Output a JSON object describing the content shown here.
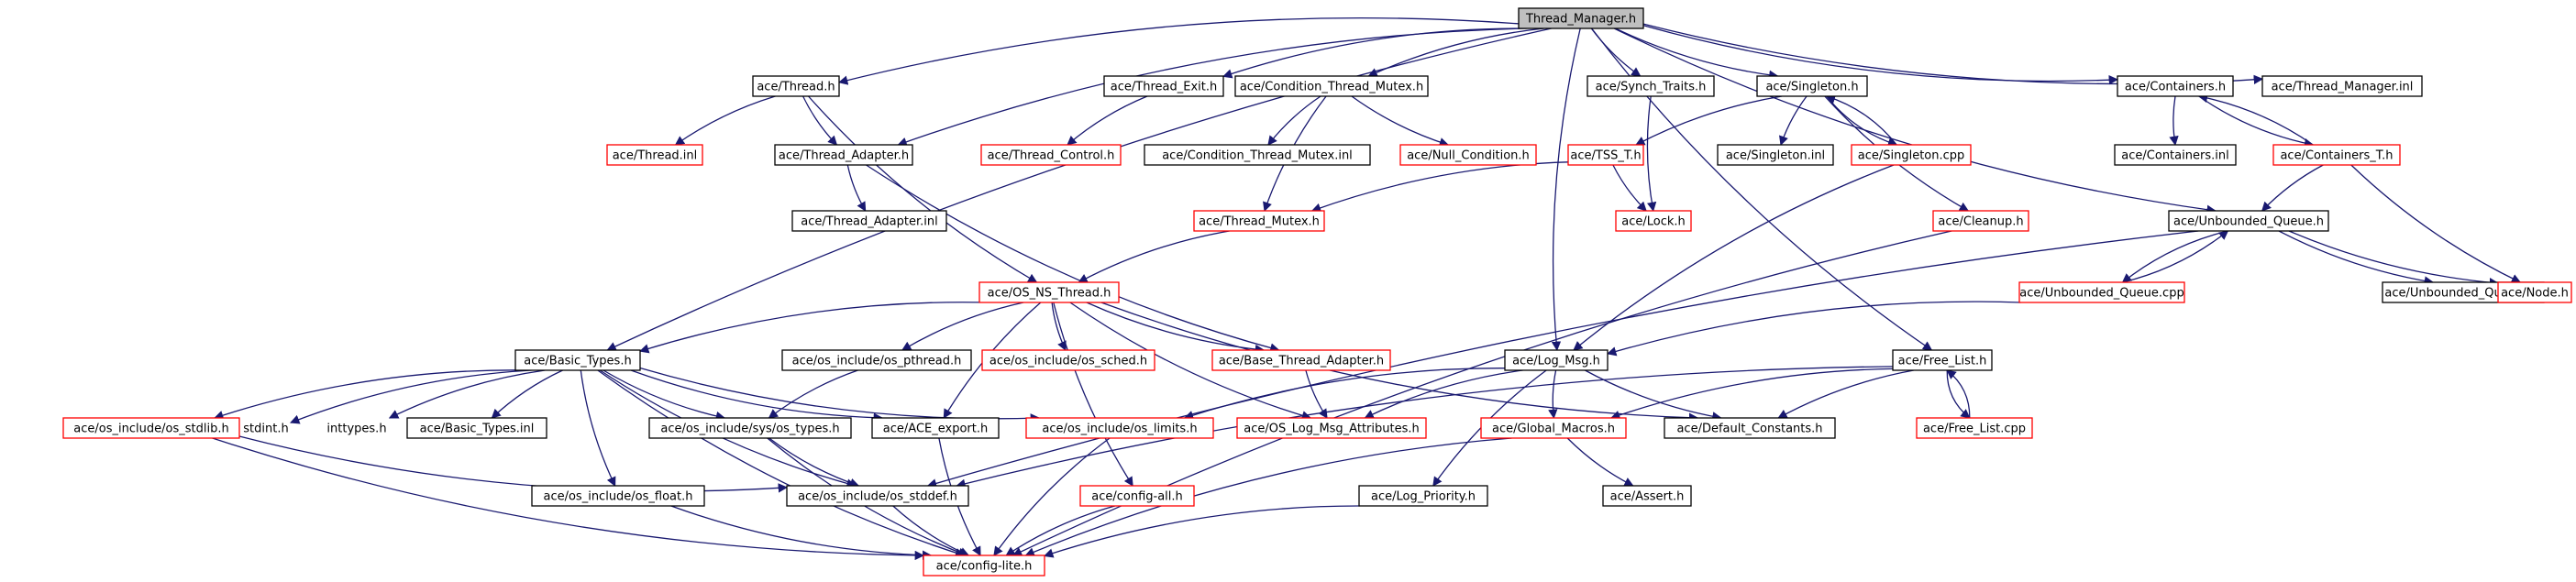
{
  "colors": {
    "edge": "#191970",
    "root_fill": "#bfbfbf",
    "node_border_full": "#000000",
    "node_border_partial": "#ff0000"
  },
  "nodes": [
    {
      "id": "tm",
      "label": "Thread_Manager.h",
      "kind": "root"
    },
    {
      "id": "thread",
      "label": "ace/Thread.h",
      "kind": "normal"
    },
    {
      "id": "texit",
      "label": "ace/Thread_Exit.h",
      "kind": "normal"
    },
    {
      "id": "ctm",
      "label": "ace/Condition_Thread_Mutex.h",
      "kind": "normal"
    },
    {
      "id": "synch",
      "label": "ace/Synch_Traits.h",
      "kind": "normal"
    },
    {
      "id": "singleton",
      "label": "ace/Singleton.h",
      "kind": "normal"
    },
    {
      "id": "containers",
      "label": "ace/Containers.h",
      "kind": "normal"
    },
    {
      "id": "tminl",
      "label": "ace/Thread_Manager.inl",
      "kind": "normal"
    },
    {
      "id": "threadinl",
      "label": "ace/Thread.inl",
      "kind": "partial"
    },
    {
      "id": "tadapter",
      "label": "ace/Thread_Adapter.h",
      "kind": "normal"
    },
    {
      "id": "tcontrol",
      "label": "ace/Thread_Control.h",
      "kind": "partial"
    },
    {
      "id": "ctminl",
      "label": "ace/Condition_Thread_Mutex.inl",
      "kind": "normal"
    },
    {
      "id": "nullcond",
      "label": "ace/Null_Condition.h",
      "kind": "partial"
    },
    {
      "id": "tsst",
      "label": "ace/TSS_T.h",
      "kind": "partial"
    },
    {
      "id": "singletoninl",
      "label": "ace/Singleton.inl",
      "kind": "normal"
    },
    {
      "id": "singletoncpp",
      "label": "ace/Singleton.cpp",
      "kind": "partial"
    },
    {
      "id": "containersinl",
      "label": "ace/Containers.inl",
      "kind": "normal"
    },
    {
      "id": "containerst",
      "label": "ace/Containers_T.h",
      "kind": "partial"
    },
    {
      "id": "tadapterinl",
      "label": "ace/Thread_Adapter.inl",
      "kind": "normal"
    },
    {
      "id": "tmutex",
      "label": "ace/Thread_Mutex.h",
      "kind": "partial"
    },
    {
      "id": "lock",
      "label": "ace/Lock.h",
      "kind": "partial"
    },
    {
      "id": "cleanup",
      "label": "ace/Cleanup.h",
      "kind": "partial"
    },
    {
      "id": "uq",
      "label": "ace/Unbounded_Queue.h",
      "kind": "normal"
    },
    {
      "id": "osns",
      "label": "ace/OS_NS_Thread.h",
      "kind": "partial"
    },
    {
      "id": "uqcpp",
      "label": "ace/Unbounded_Queue.cpp",
      "kind": "partial"
    },
    {
      "id": "uqinl",
      "label": "ace/Unbounded_Queue.inl",
      "kind": "normal"
    },
    {
      "id": "node",
      "label": "ace/Node.h",
      "kind": "partial"
    },
    {
      "id": "basic",
      "label": "ace/Basic_Types.h",
      "kind": "normal"
    },
    {
      "id": "pthread",
      "label": "ace/os_include/os_pthread.h",
      "kind": "normal"
    },
    {
      "id": "sched",
      "label": "ace/os_include/os_sched.h",
      "kind": "partial"
    },
    {
      "id": "bta",
      "label": "ace/Base_Thread_Adapter.h",
      "kind": "partial"
    },
    {
      "id": "logmsg",
      "label": "ace/Log_Msg.h",
      "kind": "normal"
    },
    {
      "id": "freelist",
      "label": "ace/Free_List.h",
      "kind": "normal"
    },
    {
      "id": "stdlib",
      "label": "ace/os_include/os_stdlib.h",
      "kind": "partial"
    },
    {
      "id": "stdint",
      "label": "stdint.h",
      "kind": "none"
    },
    {
      "id": "inttypes",
      "label": "inttypes.h",
      "kind": "none"
    },
    {
      "id": "basicinl",
      "label": "ace/Basic_Types.inl",
      "kind": "normal"
    },
    {
      "id": "systypes",
      "label": "ace/os_include/sys/os_types.h",
      "kind": "normal"
    },
    {
      "id": "aceexport",
      "label": "ace/ACE_export.h",
      "kind": "normal"
    },
    {
      "id": "limits",
      "label": "ace/os_include/os_limits.h",
      "kind": "partial"
    },
    {
      "id": "oslogattr",
      "label": "ace/OS_Log_Msg_Attributes.h",
      "kind": "partial"
    },
    {
      "id": "globalmacros",
      "label": "ace/Global_Macros.h",
      "kind": "partial"
    },
    {
      "id": "defconst",
      "label": "ace/Default_Constants.h",
      "kind": "normal"
    },
    {
      "id": "freelistcpp",
      "label": "ace/Free_List.cpp",
      "kind": "partial"
    },
    {
      "id": "float",
      "label": "ace/os_include/os_float.h",
      "kind": "normal"
    },
    {
      "id": "stddef",
      "label": "ace/os_include/os_stddef.h",
      "kind": "normal"
    },
    {
      "id": "configall",
      "label": "ace/config-all.h",
      "kind": "partial"
    },
    {
      "id": "logprio",
      "label": "ace/Log_Priority.h",
      "kind": "normal"
    },
    {
      "id": "assert",
      "label": "ace/Assert.h",
      "kind": "normal"
    },
    {
      "id": "configlite",
      "label": "ace/config-lite.h",
      "kind": "partial"
    }
  ],
  "edges": [
    [
      "tm",
      "thread"
    ],
    [
      "tm",
      "texit"
    ],
    [
      "tm",
      "ctm"
    ],
    [
      "tm",
      "synch"
    ],
    [
      "tm",
      "singleton"
    ],
    [
      "tm",
      "containers"
    ],
    [
      "tm",
      "tminl"
    ],
    [
      "tm",
      "basic"
    ],
    [
      "tm",
      "tadapter"
    ],
    [
      "tm",
      "logmsg"
    ],
    [
      "tm",
      "freelist"
    ],
    [
      "tm",
      "uq"
    ],
    [
      "thread",
      "threadinl"
    ],
    [
      "thread",
      "tadapter"
    ],
    [
      "thread",
      "osns"
    ],
    [
      "texit",
      "tcontrol"
    ],
    [
      "ctm",
      "ctminl"
    ],
    [
      "ctm",
      "nullcond"
    ],
    [
      "ctm",
      "tmutex"
    ],
    [
      "synch",
      "lock"
    ],
    [
      "singleton",
      "tsst"
    ],
    [
      "singleton",
      "singletoninl"
    ],
    [
      "singleton",
      "singletoncpp"
    ],
    [
      "singleton",
      "cleanup"
    ],
    [
      "singletoncpp",
      "singleton"
    ],
    [
      "singletoncpp",
      "logmsg"
    ],
    [
      "tsst",
      "lock"
    ],
    [
      "tsst",
      "tmutex"
    ],
    [
      "tadapter",
      "tadapterinl"
    ],
    [
      "tadapter",
      "bta"
    ],
    [
      "tmutex",
      "osns"
    ],
    [
      "cleanup",
      "configlite"
    ],
    [
      "containers",
      "containersinl"
    ],
    [
      "containers",
      "containerst"
    ],
    [
      "containerst",
      "containers"
    ],
    [
      "containerst",
      "uq"
    ],
    [
      "containerst",
      "node"
    ],
    [
      "uq",
      "uqcpp"
    ],
    [
      "uq",
      "uqinl"
    ],
    [
      "uq",
      "node"
    ],
    [
      "uq",
      "stddef"
    ],
    [
      "uqcpp",
      "uq"
    ],
    [
      "uqcpp",
      "logmsg"
    ],
    [
      "osns",
      "basic"
    ],
    [
      "osns",
      "pthread"
    ],
    [
      "osns",
      "sched"
    ],
    [
      "osns",
      "bta"
    ],
    [
      "osns",
      "aceexport"
    ],
    [
      "osns",
      "configall"
    ],
    [
      "osns",
      "oslogattr"
    ],
    [
      "osns",
      "defconst"
    ],
    [
      "basic",
      "stdlib"
    ],
    [
      "basic",
      "stdint"
    ],
    [
      "basic",
      "inttypes"
    ],
    [
      "basic",
      "basicinl"
    ],
    [
      "basic",
      "systypes"
    ],
    [
      "basic",
      "aceexport"
    ],
    [
      "basic",
      "limits"
    ],
    [
      "basic",
      "float"
    ],
    [
      "basic",
      "stddef"
    ],
    [
      "basic",
      "configlite"
    ],
    [
      "pthread",
      "systypes"
    ],
    [
      "bta",
      "oslogattr"
    ],
    [
      "logmsg",
      "limits"
    ],
    [
      "logmsg",
      "oslogattr"
    ],
    [
      "logmsg",
      "globalmacros"
    ],
    [
      "logmsg",
      "defconst"
    ],
    [
      "logmsg",
      "logprio"
    ],
    [
      "freelist",
      "defconst"
    ],
    [
      "freelist",
      "globalmacros"
    ],
    [
      "freelist",
      "freelistcpp"
    ],
    [
      "freelist",
      "stddef"
    ],
    [
      "freelistcpp",
      "freelist"
    ],
    [
      "stdlib",
      "stddef"
    ],
    [
      "stdlib",
      "configlite"
    ],
    [
      "systypes",
      "stddef"
    ],
    [
      "systypes",
      "configlite"
    ],
    [
      "aceexport",
      "configlite"
    ],
    [
      "limits",
      "configlite"
    ],
    [
      "globalmacros",
      "assert"
    ],
    [
      "globalmacros",
      "configlite"
    ],
    [
      "float",
      "configlite"
    ],
    [
      "stddef",
      "configlite"
    ],
    [
      "configall",
      "configlite"
    ],
    [
      "logprio",
      "configlite"
    ]
  ]
}
